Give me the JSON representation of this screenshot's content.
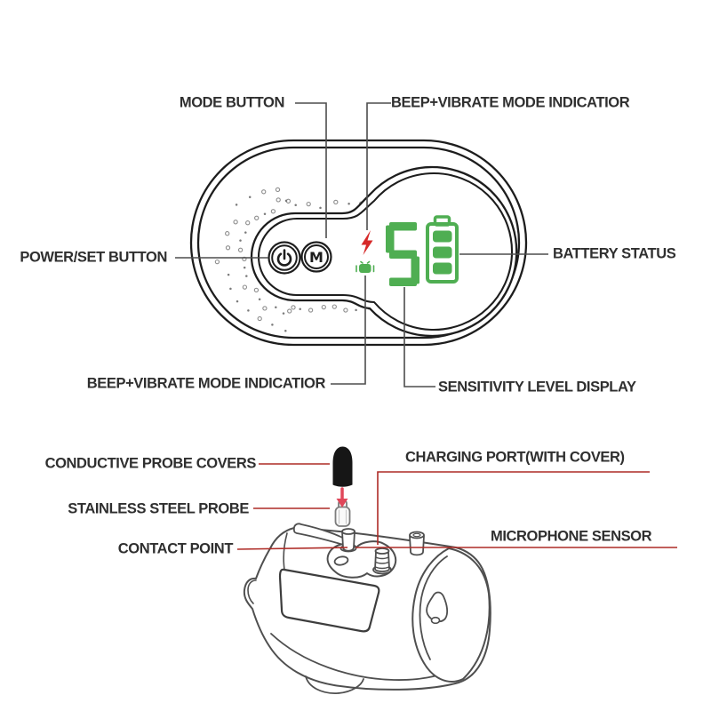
{
  "colors": {
    "display_green": "#4FAE52",
    "shock_red": "#D62828",
    "leader_red": "#AE2B26",
    "arrow_red": "#E0475A",
    "leader_gray": "#4D4D4D",
    "ink": "#2F2F2F"
  },
  "remote": {
    "labels": {
      "mode_button": "MODE BUTTON",
      "beep_vibrate_top": "BEEP+VIBRATE MODE INDICATIOR",
      "power_set_button": "POWER/SET BUTTON",
      "battery_status": "BATTERY STATUS",
      "beep_vibrate_bottom": "BEEP+VIBRATE MODE INDICATIOR",
      "sensitivity_level": "SENSITIVITY LEVEL DISPLAY"
    },
    "display": {
      "sensitivity_level": "5",
      "battery_bars": 3,
      "mode_button_glyph": "M"
    },
    "icons": {
      "power_button": "power-symbol",
      "mode_button": "letter-M",
      "shock_indicator": "red-lightning-bolt",
      "vibrate_indicator": "green-vibration-pad",
      "battery_indicator": "green-battery-3-bars"
    }
  },
  "collar": {
    "labels": {
      "conductive_probe_covers": "CONDUCTIVE PROBE COVERS",
      "charging_port": "CHARGING PORT(WITH COVER)",
      "stainless_steel_probe": "STAINLESS STEEL PROBE",
      "contact_point": "CONTACT POINT",
      "microphone_sensor": "MICROPHONE SENSOR"
    }
  }
}
